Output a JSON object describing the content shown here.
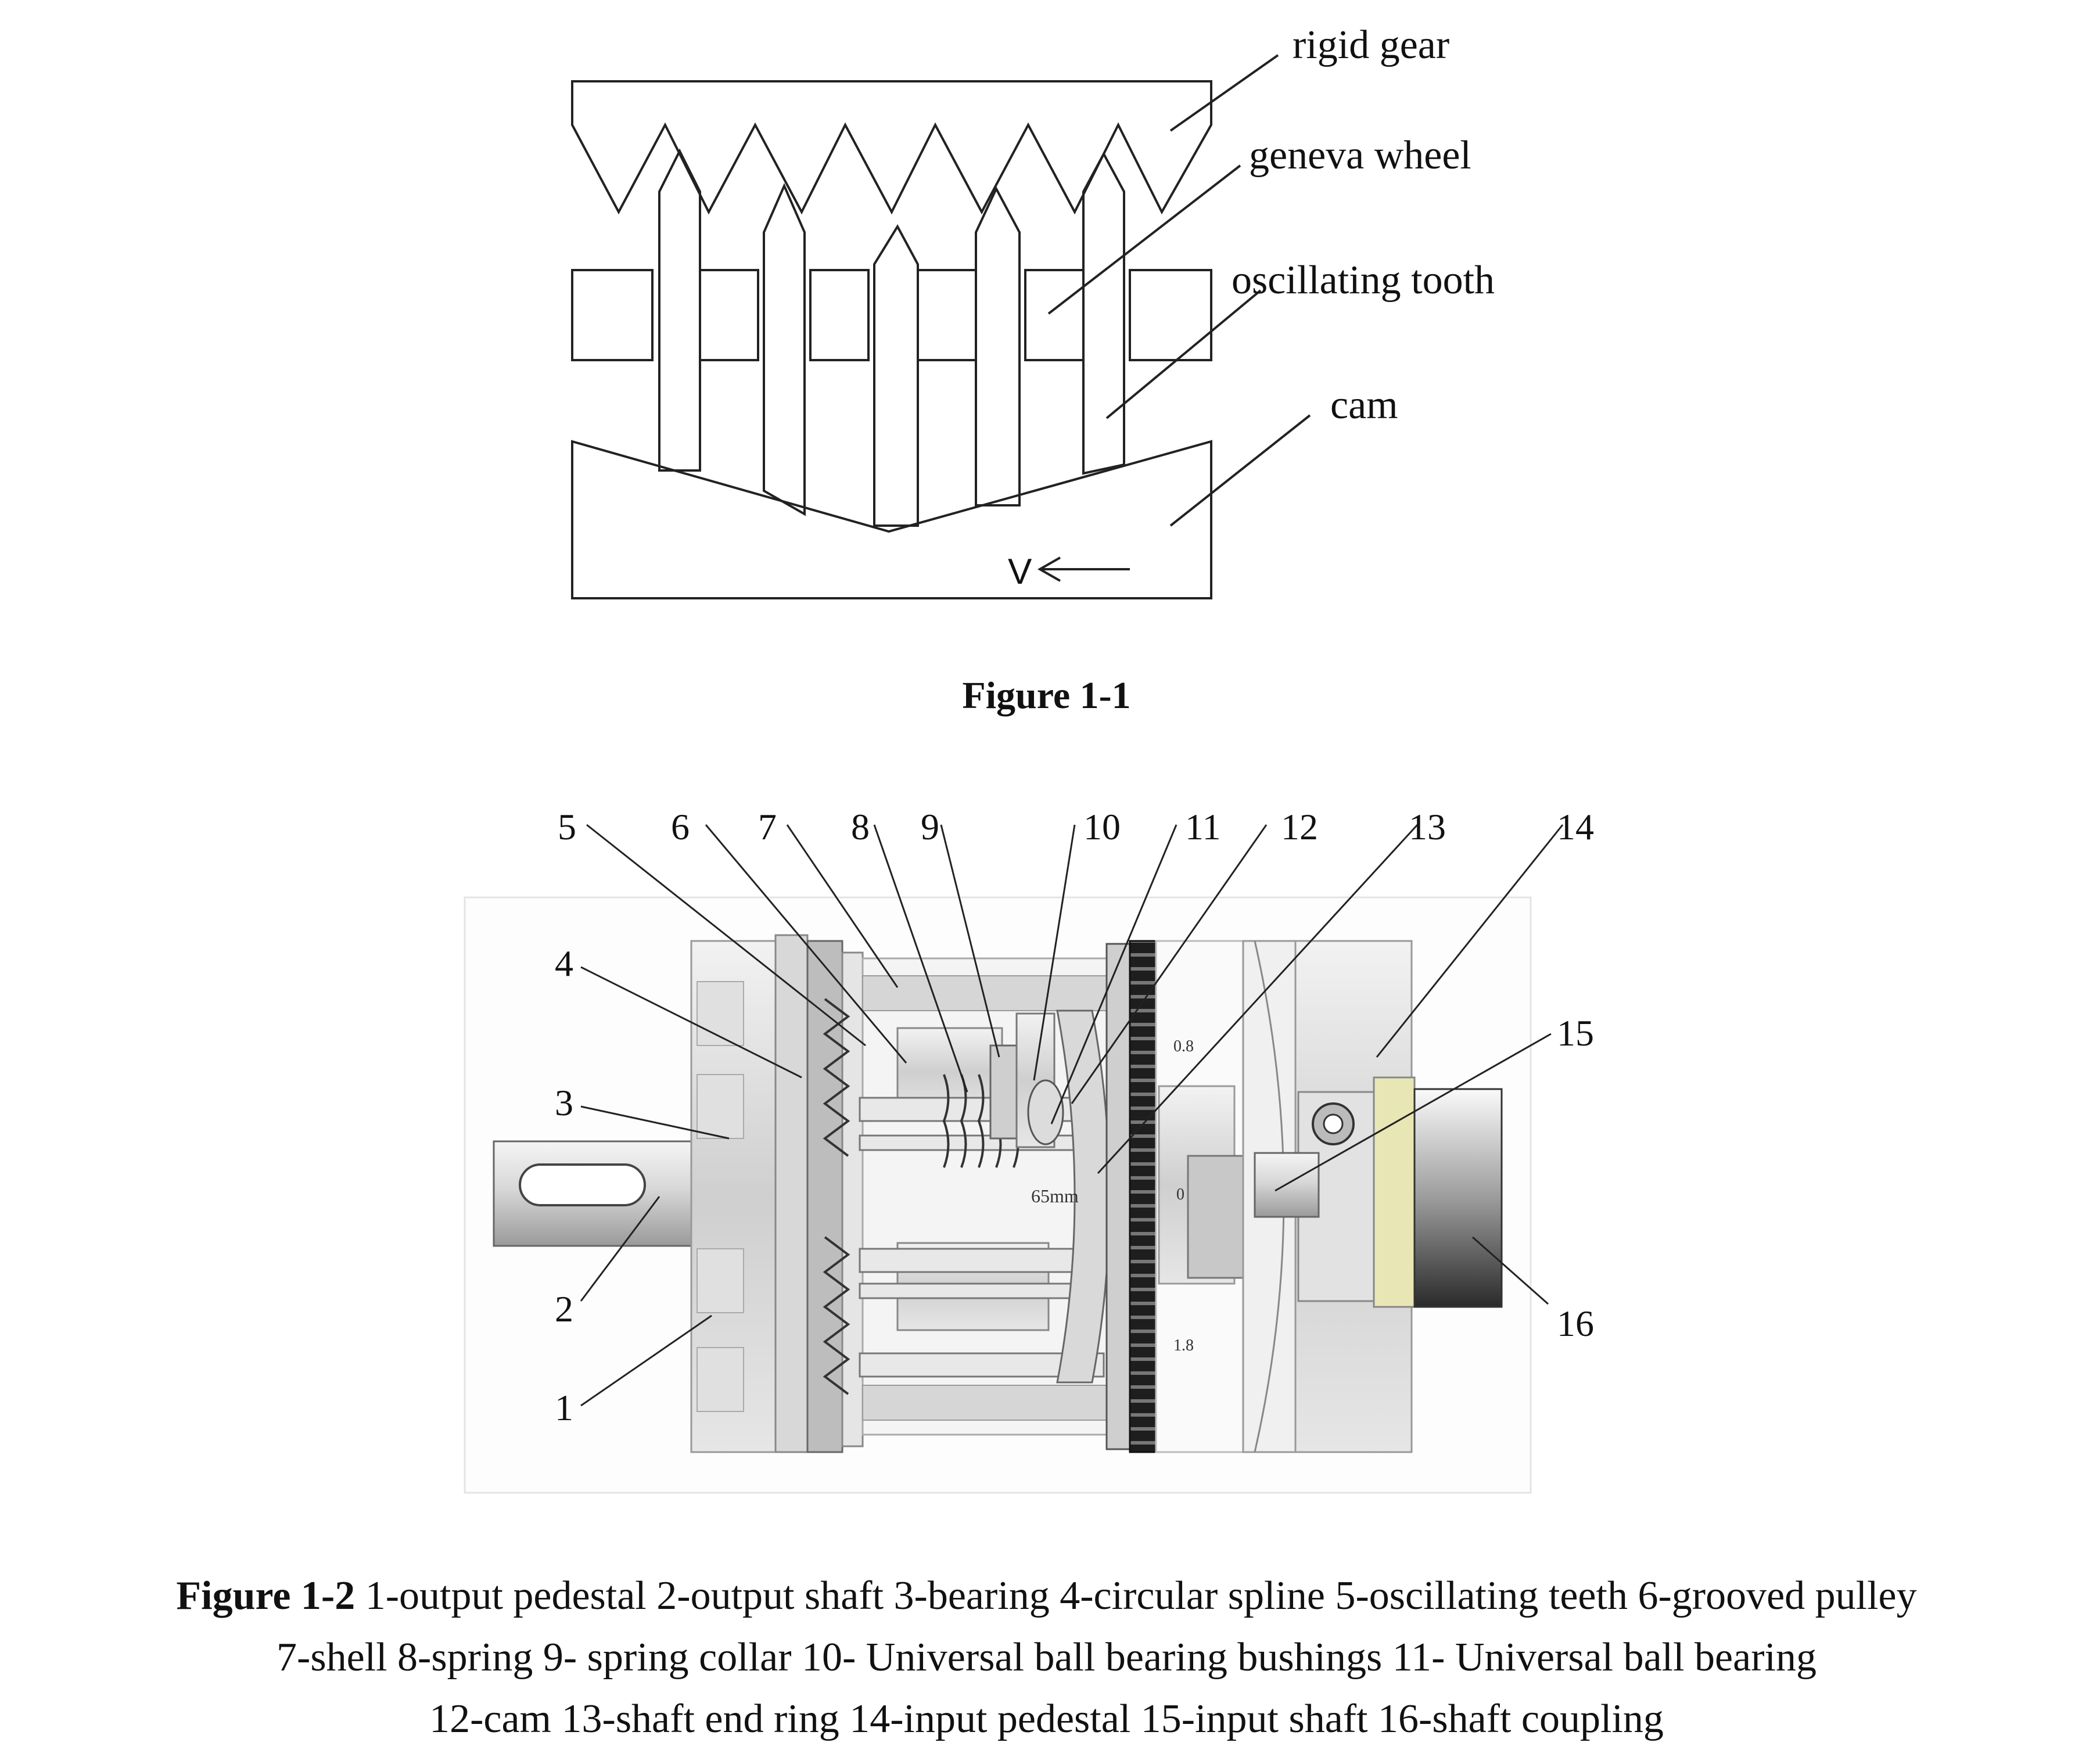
{
  "figure1": {
    "labels": {
      "rigid_gear": "rigid gear",
      "geneva_wheel": "geneva wheel",
      "oscillating_tooth": "oscillating tooth",
      "cam": "cam",
      "velocity": "V"
    },
    "caption": "Figure 1-1"
  },
  "figure2": {
    "callouts": [
      "1",
      "2",
      "3",
      "4",
      "5",
      "6",
      "7",
      "8",
      "9",
      "10",
      "11",
      "12",
      "13",
      "14",
      "15",
      "16"
    ],
    "scale_ticks": [
      "0.8",
      "0",
      "1.8"
    ],
    "dimension": "65mm",
    "caption_title": "Figure 1-2",
    "caption_line1": " 1-output pedestal 2-output shaft 3-bearing 4-circular spline 5-oscillating teeth 6-grooved pulley",
    "caption_line2": "7-shell 8-spring 9- spring collar 10- Universal ball bearing bushings 11- Universal ball bearing",
    "caption_line3": "12-cam 13-shaft end ring 14-input pedestal 15-input shaft 16-shaft coupling"
  }
}
